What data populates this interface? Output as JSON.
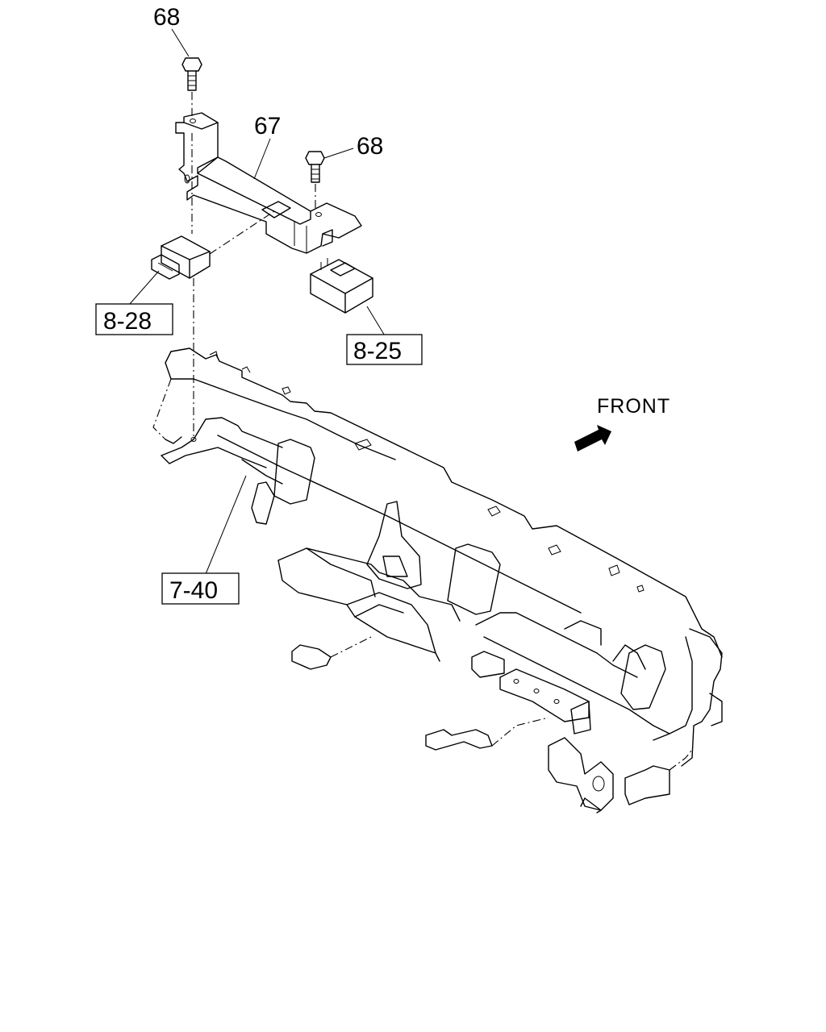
{
  "labels": {
    "bolt_top": "68",
    "bolt_right": "68",
    "bracket": "67",
    "relay_left": "8-28",
    "relay_right": "8-25",
    "dash_frame": "7-40",
    "direction": "FRONT"
  }
}
